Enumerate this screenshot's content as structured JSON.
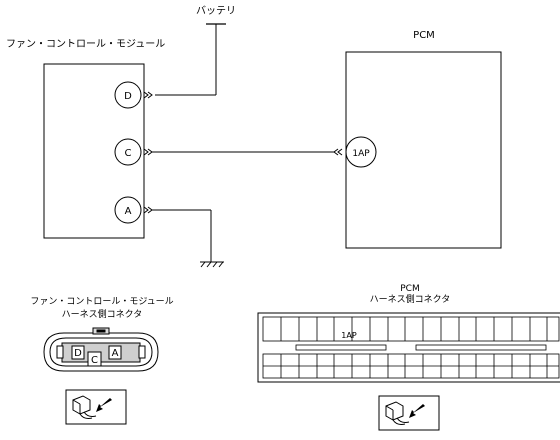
{
  "labels": {
    "battery": "バッテリ",
    "fan_module": "ファン・コントロール・モジュール",
    "pcm": "PCM",
    "fan_connector_title_1": "ファン・コントロール・モジュール",
    "fan_connector_title_2": "ハーネス側コネクタ",
    "pcm_connector_title_1": "PCM",
    "pcm_connector_title_2": "ハーネス側コネクタ"
  },
  "module_pins": [
    {
      "id": "D",
      "connection": "battery"
    },
    {
      "id": "C",
      "connection": "pcm-1AP"
    },
    {
      "id": "A",
      "connection": "ground"
    }
  ],
  "pcm_pins": [
    {
      "id": "1AP",
      "connection": "module-C"
    }
  ],
  "fan_connector_cavities": [
    "D",
    "C",
    "A"
  ],
  "pcm_connector": {
    "grid_label": "1AP"
  }
}
